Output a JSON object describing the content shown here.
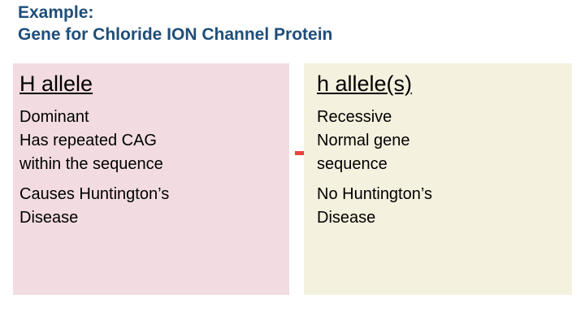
{
  "title": {
    "line1": "Example:",
    "line2": "Gene for Chloride ION Channel Protein",
    "color": "#1f4e79"
  },
  "columns": {
    "left": {
      "heading": "H allele",
      "background": "#f2dce1",
      "lines_group1": [
        "Dominant",
        "Has repeated CAG",
        "within the sequence"
      ],
      "lines_group2": [
        "Causes Huntington’s",
        "Disease"
      ]
    },
    "right": {
      "heading": "h allele(s)",
      "background": "#f5f1df",
      "lines_group1": [
        "Recessive",
        "Normal gene",
        "sequence"
      ],
      "lines_group2": [
        "No Huntington’s",
        "Disease"
      ]
    }
  },
  "decorations": {
    "dash_color": "#e6443c"
  }
}
